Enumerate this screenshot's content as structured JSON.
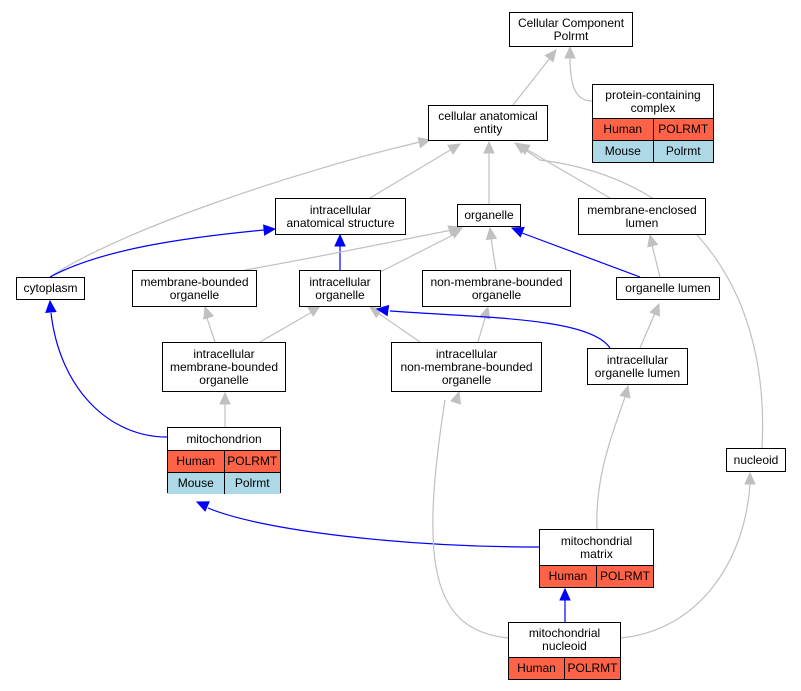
{
  "colors": {
    "human_row": "#ff6347",
    "mouse_row": "#add8e6",
    "edge_grey": "#c0c0c0",
    "edge_blue": "#0000ff"
  },
  "nodes": {
    "cellular_component": {
      "label": "Cellular Component\nPolrmt"
    },
    "protein_containing_complex": {
      "label": "protein-containing\ncomplex",
      "rows": [
        {
          "species": "Human",
          "gene": "POLRMT"
        },
        {
          "species": "Mouse",
          "gene": "Polrmt"
        }
      ]
    },
    "cellular_anatomical_entity": {
      "label": "cellular anatomical\nentity"
    },
    "intracellular_anatomical_structure": {
      "label": "intracellular\nanatomical structure"
    },
    "organelle": {
      "label": "organelle"
    },
    "membrane_enclosed_lumen": {
      "label": "membrane-enclosed\nlumen"
    },
    "cytoplasm": {
      "label": "cytoplasm"
    },
    "membrane_bounded_organelle": {
      "label": "membrane-bounded\norganelle"
    },
    "intracellular_organelle": {
      "label": "intracellular\norganelle"
    },
    "non_membrane_bounded_organelle": {
      "label": "non-membrane-bounded\norganelle"
    },
    "organelle_lumen": {
      "label": "organelle lumen"
    },
    "intracellular_membrane_bounded_organelle": {
      "label": "intracellular\nmembrane-bounded\norganelle"
    },
    "intracellular_non_membrane_bounded_organelle": {
      "label": "intracellular\nnon-membrane-bounded\norganelle"
    },
    "intracellular_organelle_lumen": {
      "label": "intracellular\norganelle lumen"
    },
    "mitochondrion": {
      "label": "mitochondrion",
      "rows": [
        {
          "species": "Human",
          "gene": "POLRMT"
        },
        {
          "species": "Mouse",
          "gene": "Polrmt"
        }
      ]
    },
    "nucleoid": {
      "label": "nucleoid"
    },
    "mitochondrial_matrix": {
      "label": "mitochondrial\nmatrix",
      "rows": [
        {
          "species": "Human",
          "gene": "POLRMT"
        }
      ]
    },
    "mitochondrial_nucleoid": {
      "label": "mitochondrial\nnucleoid",
      "rows": [
        {
          "species": "Human",
          "gene": "POLRMT"
        }
      ]
    }
  },
  "edges": [
    {
      "from": "protein_containing_complex",
      "to": "cellular_component",
      "color": "grey"
    },
    {
      "from": "cellular_anatomical_entity",
      "to": "cellular_component",
      "color": "grey"
    },
    {
      "from": "intracellular_anatomical_structure",
      "to": "cellular_anatomical_entity",
      "color": "grey"
    },
    {
      "from": "organelle",
      "to": "cellular_anatomical_entity",
      "color": "grey"
    },
    {
      "from": "membrane_enclosed_lumen",
      "to": "cellular_anatomical_entity",
      "color": "grey"
    },
    {
      "from": "cytoplasm",
      "to": "cellular_anatomical_entity",
      "color": "grey"
    },
    {
      "from": "nucleoid",
      "to": "cellular_anatomical_entity",
      "color": "grey"
    },
    {
      "from": "cytoplasm",
      "to": "intracellular_anatomical_structure",
      "color": "blue"
    },
    {
      "from": "intracellular_organelle",
      "to": "intracellular_anatomical_structure",
      "color": "blue"
    },
    {
      "from": "membrane_bounded_organelle",
      "to": "organelle",
      "color": "grey"
    },
    {
      "from": "intracellular_organelle",
      "to": "organelle",
      "color": "grey"
    },
    {
      "from": "non_membrane_bounded_organelle",
      "to": "organelle",
      "color": "grey"
    },
    {
      "from": "organelle_lumen",
      "to": "organelle",
      "color": "blue"
    },
    {
      "from": "organelle_lumen",
      "to": "membrane_enclosed_lumen",
      "color": "grey"
    },
    {
      "from": "intracellular_membrane_bounded_organelle",
      "to": "membrane_bounded_organelle",
      "color": "grey"
    },
    {
      "from": "intracellular_membrane_bounded_organelle",
      "to": "intracellular_organelle",
      "color": "grey"
    },
    {
      "from": "intracellular_non_membrane_bounded_organelle",
      "to": "intracellular_organelle",
      "color": "grey"
    },
    {
      "from": "intracellular_non_membrane_bounded_organelle",
      "to": "non_membrane_bounded_organelle",
      "color": "grey"
    },
    {
      "from": "intracellular_organelle_lumen",
      "to": "intracellular_organelle",
      "color": "blue"
    },
    {
      "from": "intracellular_organelle_lumen",
      "to": "organelle_lumen",
      "color": "grey"
    },
    {
      "from": "mitochondrion",
      "to": "intracellular_membrane_bounded_organelle",
      "color": "grey"
    },
    {
      "from": "mitochondrion",
      "to": "cytoplasm",
      "color": "blue"
    },
    {
      "from": "mitochondrial_matrix",
      "to": "mitochondrion",
      "color": "blue"
    },
    {
      "from": "mitochondrial_matrix",
      "to": "intracellular_organelle_lumen",
      "color": "grey"
    },
    {
      "from": "mitochondrial_nucleoid",
      "to": "mitochondrial_matrix",
      "color": "blue"
    },
    {
      "from": "mitochondrial_nucleoid",
      "to": "intracellular_non_membrane_bounded_organelle",
      "color": "grey"
    },
    {
      "from": "mitochondrial_nucleoid",
      "to": "nucleoid",
      "color": "grey"
    }
  ]
}
